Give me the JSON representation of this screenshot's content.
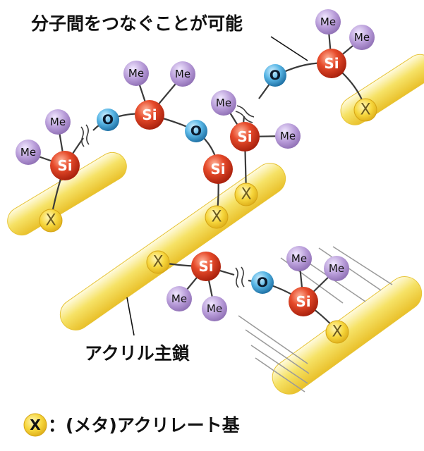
{
  "labels": {
    "crosslink": "分子間をつなぐことが可能",
    "main_chain": "アクリル主鎖",
    "legend_symbol": "X",
    "legend_text": "：(メタ)アクリレート基"
  },
  "atoms": {
    "si": "Si",
    "o": "O",
    "me": "Me",
    "x": "X"
  },
  "colors": {
    "si": "#d93a22",
    "o": "#2f8fc4",
    "me": "#9e80bf",
    "x": "#f2cb2b",
    "rod": "#f6df55"
  }
}
